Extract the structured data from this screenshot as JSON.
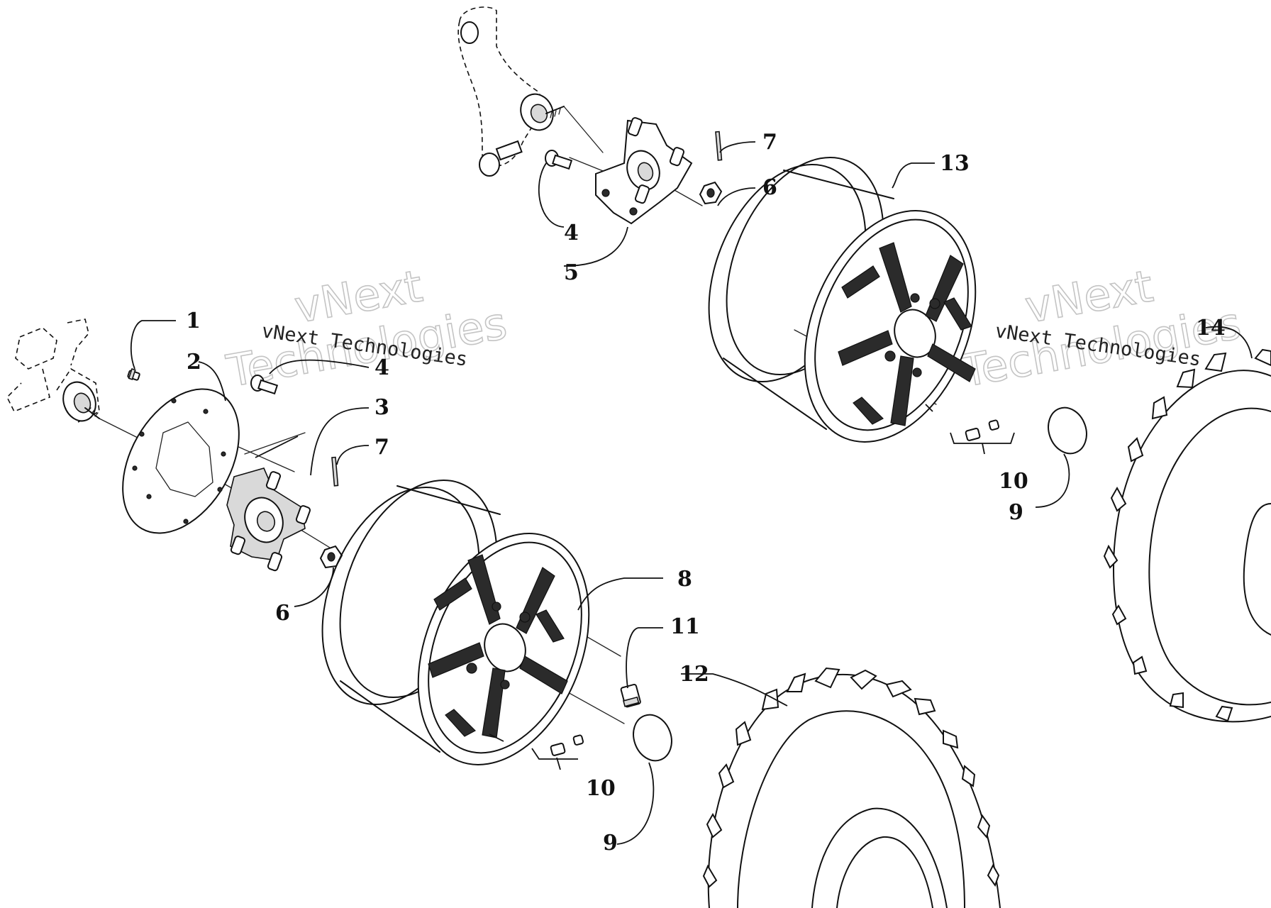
{
  "diagram": {
    "callouts": [
      {
        "id": "c1",
        "label": "1"
      },
      {
        "id": "c2",
        "label": "2"
      },
      {
        "id": "c3",
        "label": "3"
      },
      {
        "id": "c4a",
        "label": "4"
      },
      {
        "id": "c4b",
        "label": "4"
      },
      {
        "id": "c5",
        "label": "5"
      },
      {
        "id": "c6a",
        "label": "6"
      },
      {
        "id": "c6b",
        "label": "6"
      },
      {
        "id": "c7a",
        "label": "7"
      },
      {
        "id": "c7b",
        "label": "7"
      },
      {
        "id": "c8",
        "label": "8"
      },
      {
        "id": "c9a",
        "label": "9"
      },
      {
        "id": "c9b",
        "label": "9"
      },
      {
        "id": "c10a",
        "label": "10"
      },
      {
        "id": "c10b",
        "label": "10"
      },
      {
        "id": "c11",
        "label": "11"
      },
      {
        "id": "c12",
        "label": "12"
      },
      {
        "id": "c13",
        "label": "13"
      },
      {
        "id": "c14",
        "label": "14"
      }
    ],
    "watermarks": [
      {
        "small": "vNext Technologies",
        "big_top": "vNext",
        "big_bottom": "Technologies"
      },
      {
        "small": "vNext Technologies",
        "big_top": "vNext",
        "big_bottom": "Technologies"
      }
    ]
  }
}
